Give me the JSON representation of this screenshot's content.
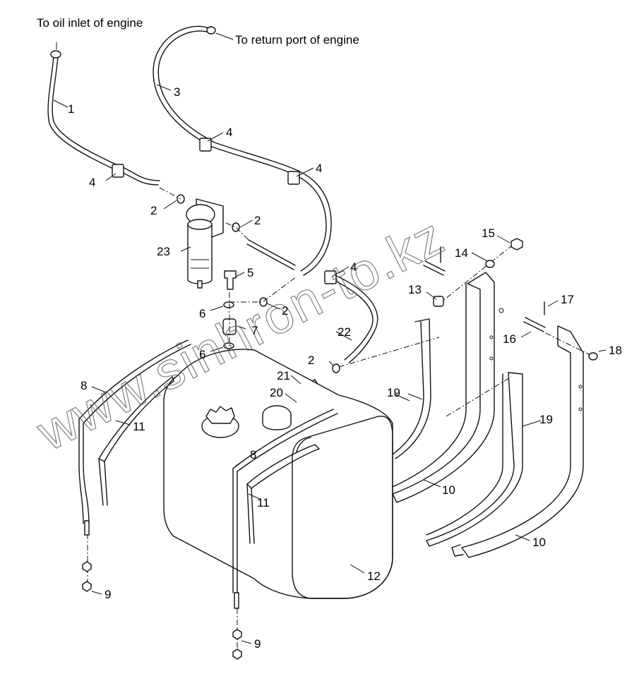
{
  "notes": {
    "oil_inlet": "To oil inlet of engine",
    "return_port": "To return port of engine"
  },
  "watermark": "www.sinhron-to.kz",
  "callouts": {
    "c1": "1",
    "c2a": "2",
    "c2b": "2",
    "c2c": "2",
    "c2d": "2",
    "c3": "3",
    "c4a": "4",
    "c4b": "4",
    "c4c": "4",
    "c4d": "4",
    "c5": "5",
    "c6a": "6",
    "c6b": "6",
    "c7": "7",
    "c8a": "8",
    "c8b": "8",
    "c9a": "9",
    "c9b": "9",
    "c10a": "10",
    "c10b": "10",
    "c11a": "11",
    "c11b": "11",
    "c12": "12",
    "c13": "13",
    "c14": "14",
    "c15": "15",
    "c16": "16",
    "c17": "17",
    "c18": "18",
    "c19a": "19",
    "c19b": "19",
    "c20": "20",
    "c21": "21",
    "c22": "22",
    "c23": "23"
  }
}
